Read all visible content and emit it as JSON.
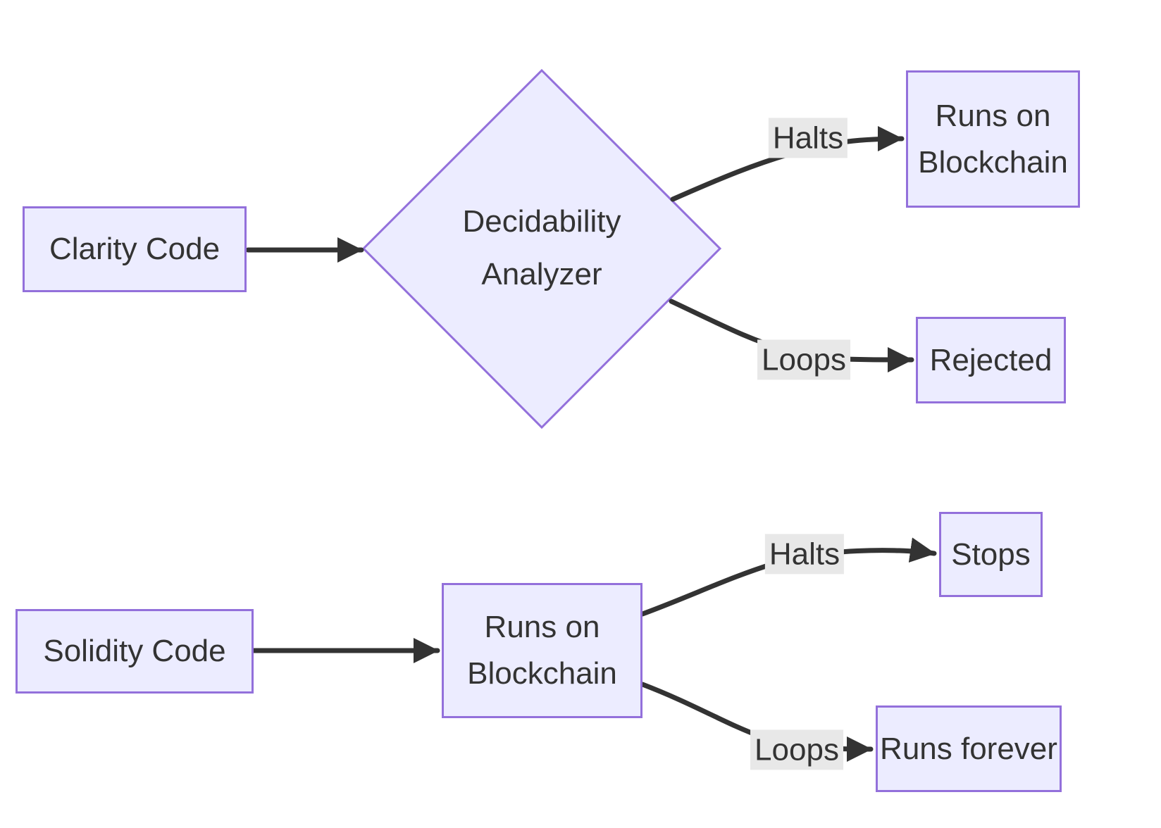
{
  "diagram": {
    "type": "flowchart",
    "direction": "left-to-right",
    "nodes": {
      "clarity": {
        "label": "Clarity Code",
        "shape": "rectangle"
      },
      "analyzer": {
        "label": "Decidability Analyzer",
        "shape": "diamond"
      },
      "runs_top": {
        "label": "Runs on Blockchain",
        "shape": "rectangle"
      },
      "rejected": {
        "label": "Rejected",
        "shape": "rectangle"
      },
      "solidity": {
        "label": "Solidity Code",
        "shape": "rectangle"
      },
      "runs_mid": {
        "label": "Runs on Blockchain",
        "shape": "rectangle"
      },
      "stops": {
        "label": "Stops",
        "shape": "rectangle"
      },
      "forever": {
        "label": "Runs forever",
        "shape": "rectangle"
      }
    },
    "edges": [
      {
        "from": "Clarity Code",
        "to": "Decidability Analyzer",
        "label": ""
      },
      {
        "from": "Decidability Analyzer",
        "to": "Runs on Blockchain",
        "label": "Halts"
      },
      {
        "from": "Decidability Analyzer",
        "to": "Rejected",
        "label": "Loops"
      },
      {
        "from": "Solidity Code",
        "to": "Runs on Blockchain",
        "label": ""
      },
      {
        "from": "Runs on Blockchain",
        "to": "Stops",
        "label": "Halts"
      },
      {
        "from": "Runs on Blockchain",
        "to": "Runs forever",
        "label": "Loops"
      }
    ],
    "colors": {
      "node_fill": "#ECECFF",
      "node_border": "#9370DB",
      "edge": "#333333",
      "text": "#333333",
      "edge_label_bg": "#E8E8E8",
      "background": "#FFFFFF"
    }
  }
}
